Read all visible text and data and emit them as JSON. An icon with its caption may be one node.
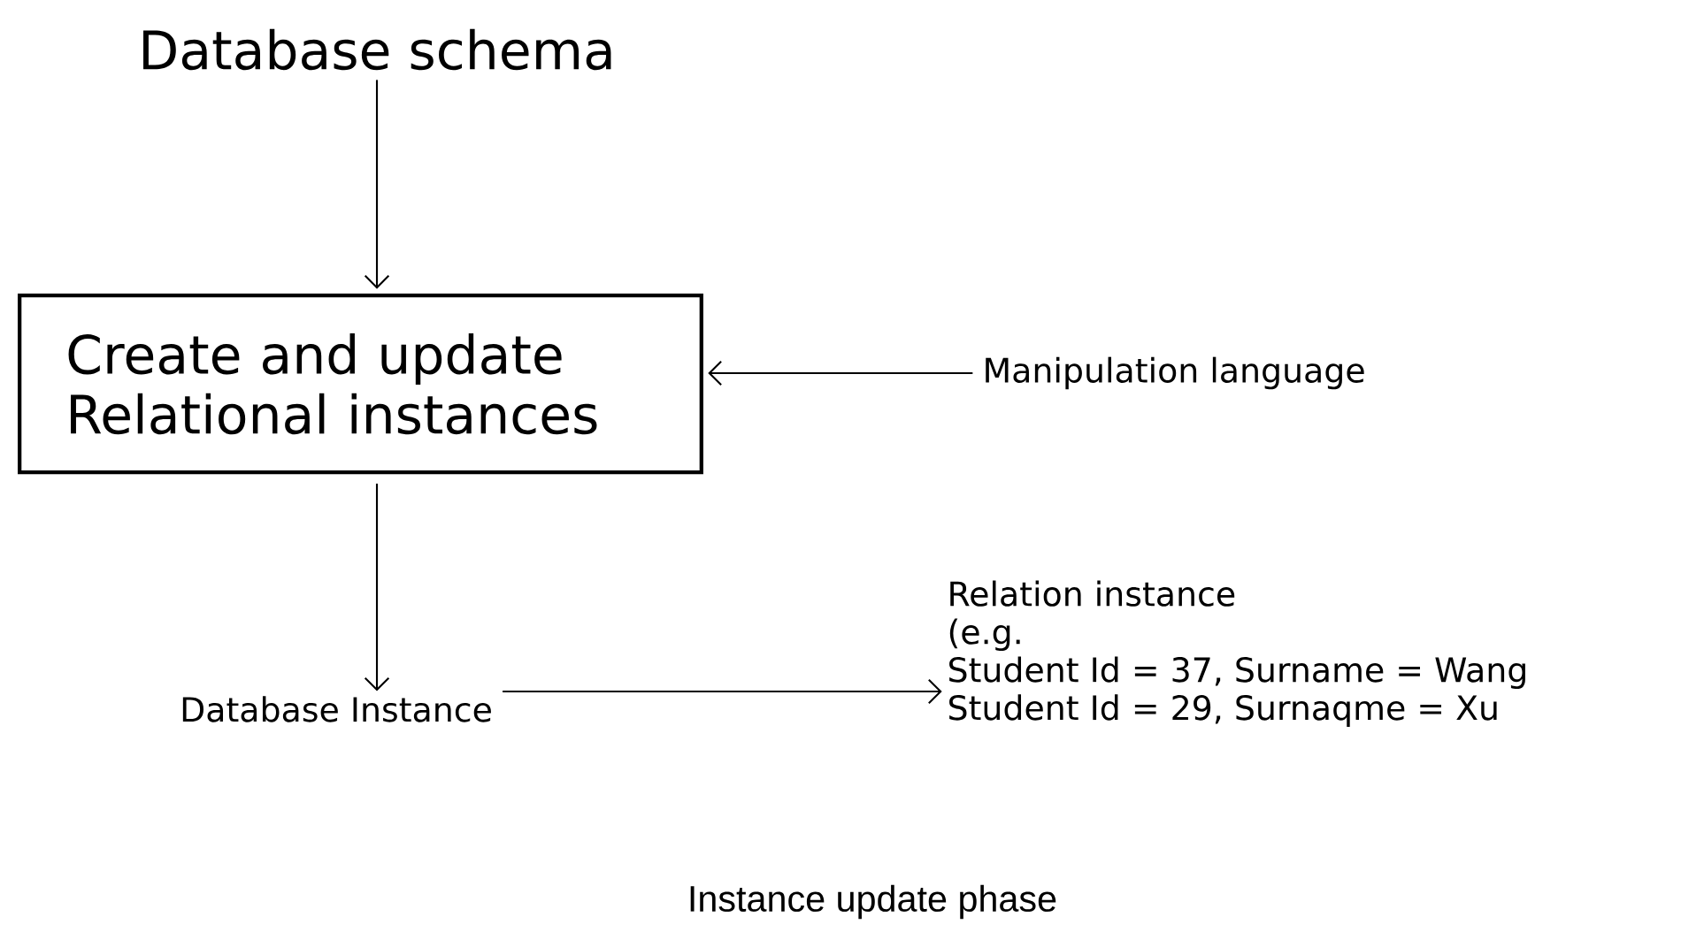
{
  "diagram": {
    "caption": "Instance update phase",
    "nodes": [
      {
        "text": [
          "Database schema"
        ]
      },
      {
        "text": [
          "Create and update",
          "Relational instances"
        ]
      },
      {
        "text": [
          "Manipulation language"
        ]
      },
      {
        "text": [
          "Database Instance"
        ]
      },
      {
        "text": [
          "Relation instance",
          "(e.g.",
          "Student Id = 37, Surname = Wang",
          "Student Id = 29, Surnaqme = Xu"
        ]
      }
    ],
    "edges": [
      {
        "from": 0,
        "to": 1,
        "arrow": "to"
      },
      {
        "from": 2,
        "to": 1,
        "arrow": "to"
      },
      {
        "from": 1,
        "to": 3,
        "arrow": "to"
      },
      {
        "from": 3,
        "to": 4,
        "arrow": "to"
      }
    ]
  }
}
